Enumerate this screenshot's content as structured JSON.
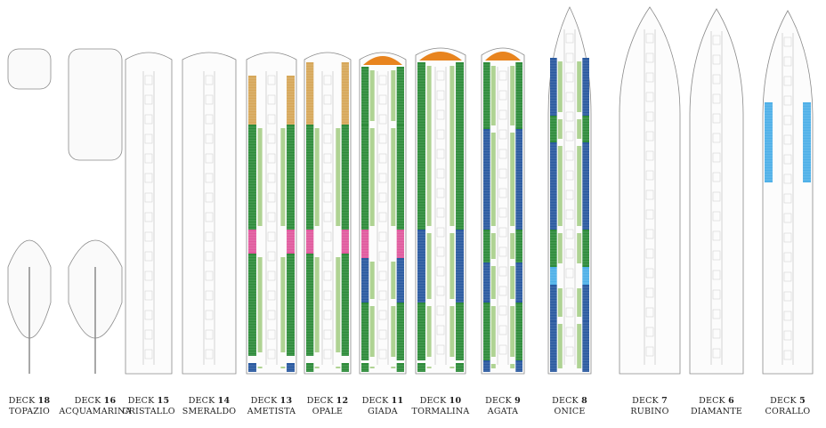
{
  "colors": {
    "green": "#2e8b3a",
    "light_green": "#9bc878",
    "orange_suite": "#e8841e",
    "tan": "#d6a75a",
    "pink": "#e05a9e",
    "blue": "#2a5aa0",
    "light_blue": "#4fb0e8",
    "outline": "#8a8a8a"
  },
  "decks": [
    {
      "prefix": "DECK",
      "number": "18",
      "name": "TOPAZIO"
    },
    {
      "prefix": "DECK",
      "number": "16",
      "name": "ACQUAMARINA"
    },
    {
      "prefix": "DECK",
      "number": "15",
      "name": "CRISTALLO"
    },
    {
      "prefix": "DECK",
      "number": "14",
      "name": "SMERALDO"
    },
    {
      "prefix": "DECK",
      "number": "13",
      "name": "AMETISTA"
    },
    {
      "prefix": "DECK",
      "number": "12",
      "name": "OPALE"
    },
    {
      "prefix": "DECK",
      "number": "11",
      "name": "GIADA"
    },
    {
      "prefix": "DECK",
      "number": "10",
      "name": "TORMALINA"
    },
    {
      "prefix": "DECK",
      "number": "9",
      "name": "AGATA"
    },
    {
      "prefix": "DECK",
      "number": "8",
      "name": "ONICE"
    },
    {
      "prefix": "DECK",
      "number": "7",
      "name": "RUBINO"
    },
    {
      "prefix": "DECK",
      "number": "6",
      "name": "DIAMANTE"
    },
    {
      "prefix": "DECK",
      "number": "5",
      "name": "CORALLO"
    }
  ]
}
